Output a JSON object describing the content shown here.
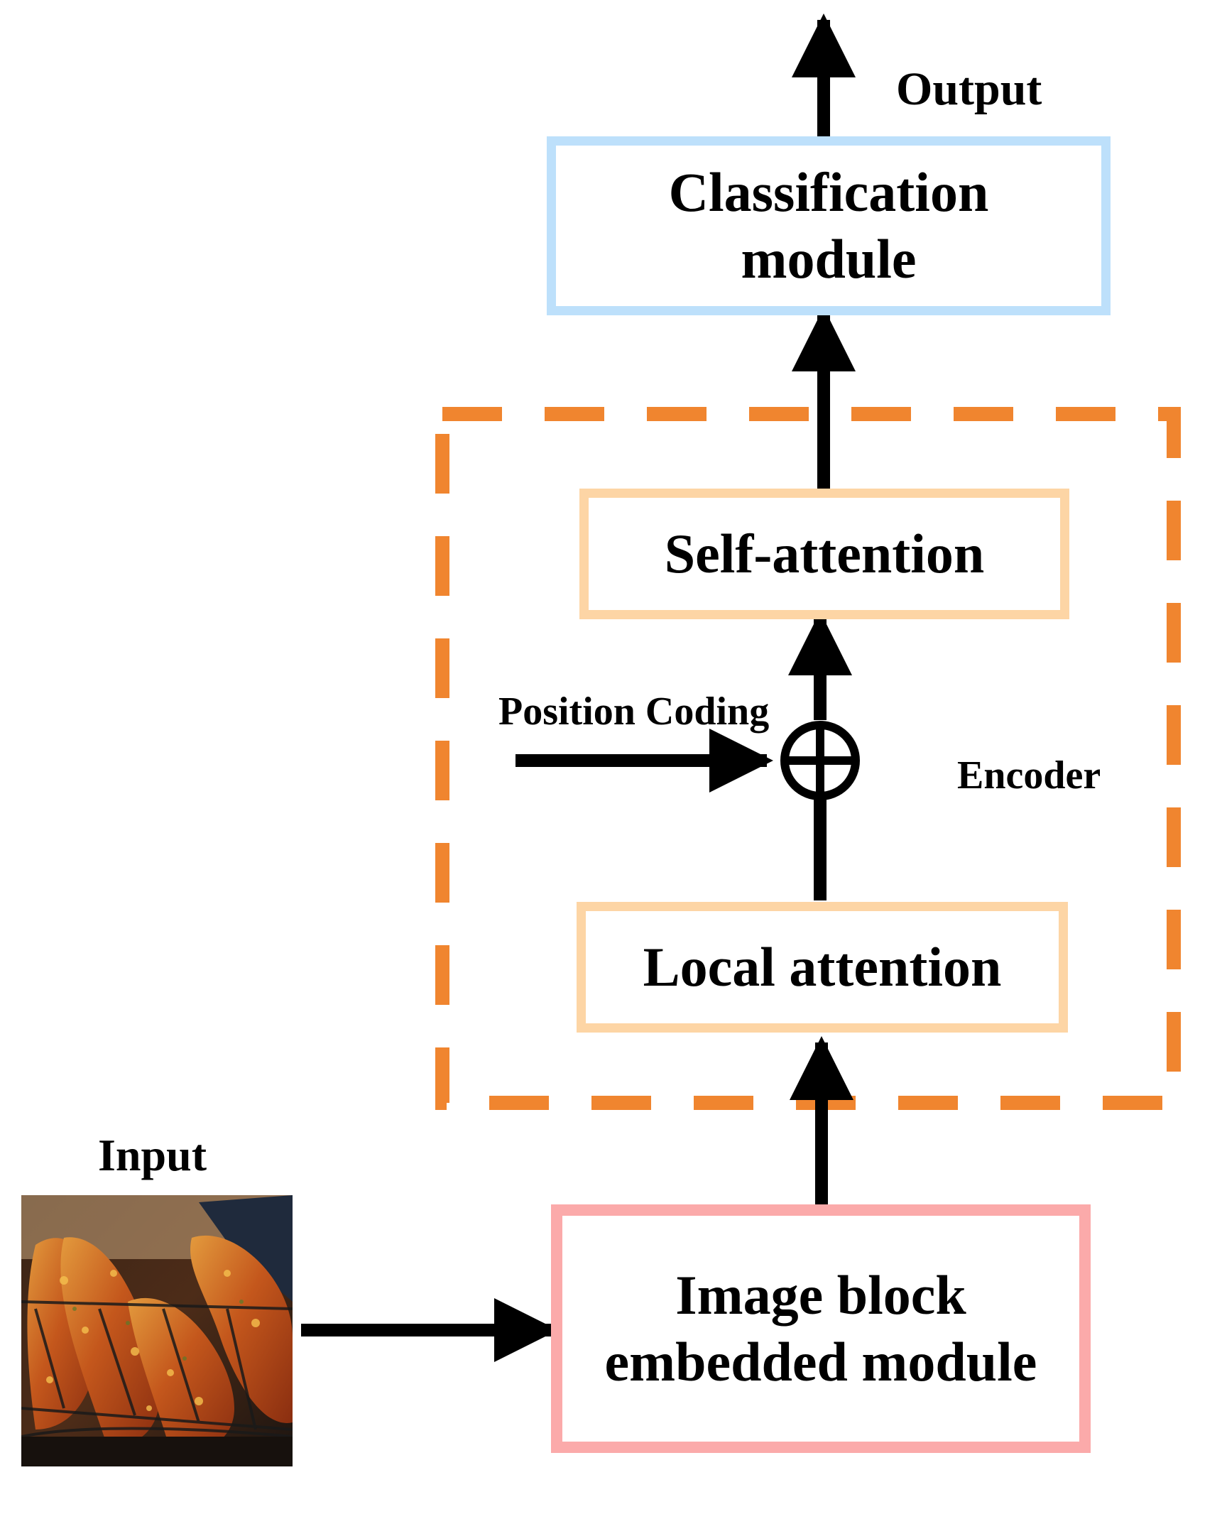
{
  "output_label": "Output",
  "input_label": "Input",
  "encoder_label": "Encoder",
  "position_coding_label": "Position Coding",
  "modules": {
    "classification": {
      "line1": "Classification",
      "line2": "module"
    },
    "self_attention": {
      "text": "Self-attention"
    },
    "local_attention": {
      "text": "Local attention"
    },
    "image_block": {
      "line1": "Image block",
      "line2": "embedded module"
    }
  },
  "colors": {
    "classification_border": "#bde0fb",
    "attention_border": "#fdd5a5",
    "image_block_border": "#fbaaaa",
    "encoder_dashed": "#f0852f",
    "arrow": "#000000"
  },
  "icons": {
    "add_operator": "circled-plus-icon",
    "input_photo": "input-photo"
  }
}
